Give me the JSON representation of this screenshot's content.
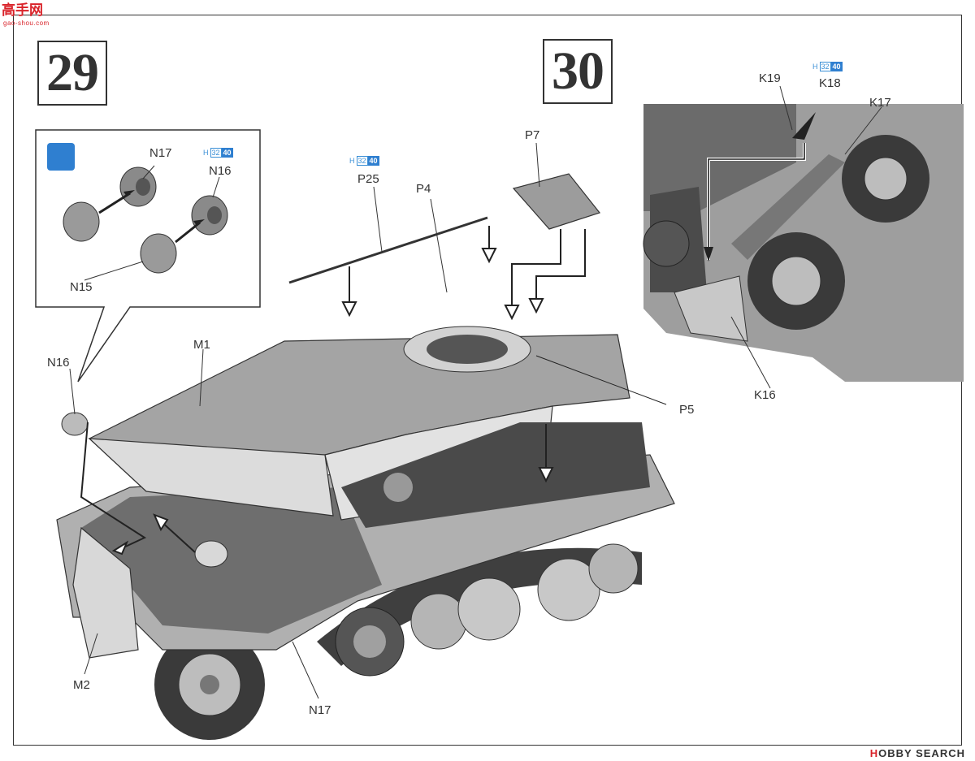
{
  "watermark": {
    "site_name": "高手网",
    "site_url": "gao-shou.com"
  },
  "steps": [
    {
      "number": "29"
    },
    {
      "number": "30"
    }
  ],
  "paint_code": {
    "prefix": "H",
    "code1": "32",
    "code2": "40"
  },
  "labels": {
    "detail_n17": "N17",
    "detail_n16": "N16",
    "detail_n15": "N15",
    "main_n16": "N16",
    "m1": "M1",
    "m2": "M2",
    "n17_bottom": "N17",
    "p25": "P25",
    "p4": "P4",
    "p7": "P7",
    "p5": "P5",
    "k19": "K19",
    "k18": "K18",
    "k17": "K17",
    "k16": "K16"
  },
  "icons": {
    "glue": "glue-bottle-icon"
  },
  "colors": {
    "accent_blue": "#2f7fd0",
    "watermark_red": "#d9232a",
    "hull_light": "#c9c9c9",
    "hull_dark": "#8a8a8a"
  },
  "footer": {
    "brand": "HOBBY SEARCH",
    "brand_letter": "H",
    "brand_rest": "OBBY SEARCH"
  }
}
